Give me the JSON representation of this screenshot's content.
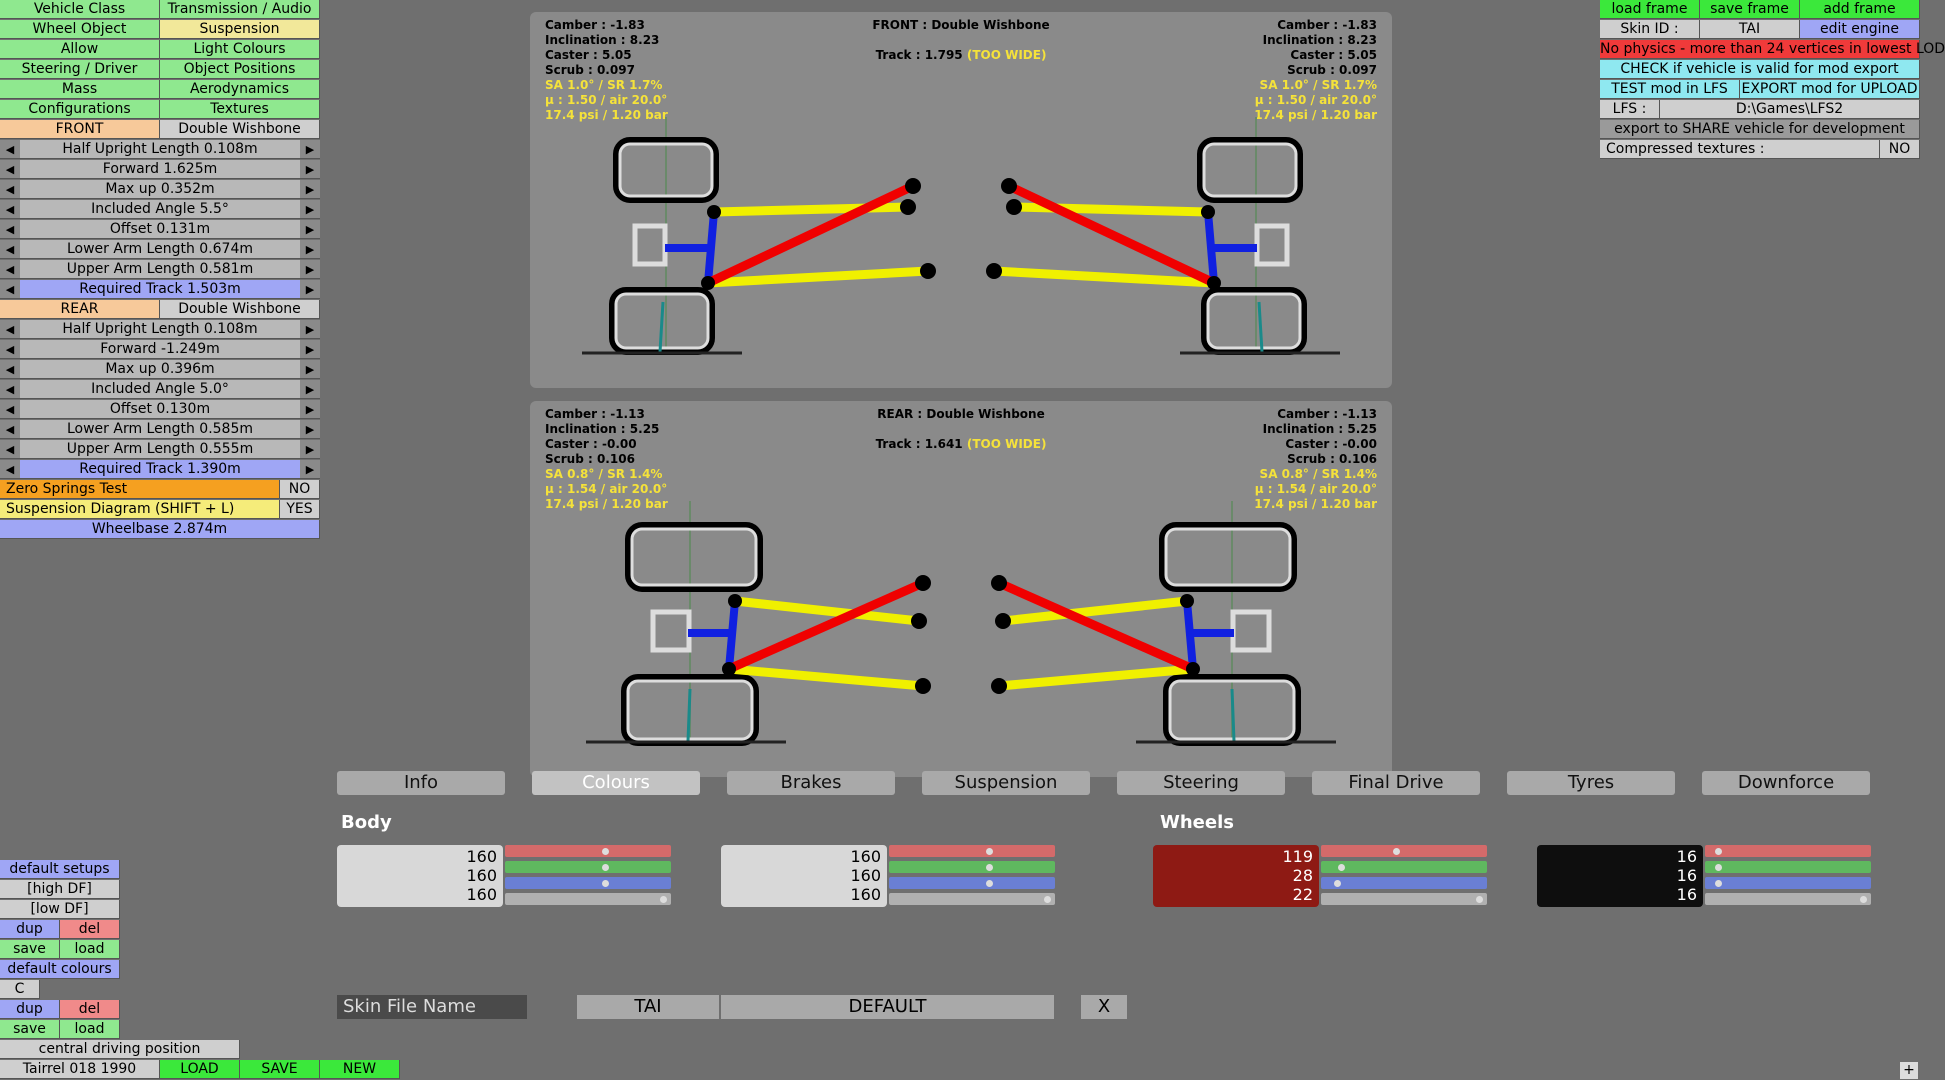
{
  "left_menu": {
    "rows": [
      [
        "Vehicle Class",
        "Transmission / Audio"
      ],
      [
        "Wheel Object",
        "Suspension"
      ],
      [
        "Allow",
        "Light Colours"
      ],
      [
        "Steering / Driver",
        "Object Positions"
      ],
      [
        "Mass",
        "Aerodynamics"
      ],
      [
        "Configurations",
        "Textures"
      ]
    ],
    "front_label": "FRONT",
    "front_type": "Double Wishbone",
    "front_params": [
      "Half Upright Length 0.108m",
      "Forward 1.625m",
      "Max up 0.352m",
      "Included Angle 5.5°",
      "Offset 0.131m",
      "Lower Arm Length 0.674m",
      "Upper Arm Length 0.581m",
      "Required Track 1.503m"
    ],
    "rear_label": "REAR",
    "rear_type": "Double Wishbone",
    "rear_params": [
      "Half Upright Length 0.108m",
      "Forward -1.249m",
      "Max up 0.396m",
      "Included Angle 5.0°",
      "Offset 0.130m",
      "Lower Arm Length 0.585m",
      "Upper Arm Length 0.555m",
      "Required Track 1.390m"
    ],
    "zero_springs_label": "Zero Springs Test",
    "zero_springs_value": "NO",
    "diagram_label": "Suspension Diagram (SHIFT + L)",
    "diagram_value": "YES",
    "wheelbase": "Wheelbase 2.874m"
  },
  "front_panel": {
    "title": "FRONT : Double Wishbone",
    "track": "Track : 1.795",
    "track_warn": "(TOO WIDE)",
    "left": {
      "camber": "Camber : -1.83",
      "inclination": "Inclination : 8.23",
      "caster": "Caster : 5.05",
      "scrub": "Scrub : 0.097",
      "sa": "SA 1.0° / SR 1.7%",
      "mu": "μ : 1.50 / air 20.0°",
      "psi": "17.4 psi / 1.20 bar"
    },
    "right": {
      "camber": "Camber : -1.83",
      "inclination": "Inclination : 8.23",
      "caster": "Caster : 5.05",
      "scrub": "Scrub : 0.097",
      "sa": "SA 1.0° / SR 1.7%",
      "mu": "μ : 1.50 / air 20.0°",
      "psi": "17.4 psi / 1.20 bar"
    }
  },
  "rear_panel": {
    "title": "REAR : Double Wishbone",
    "track": "Track : 1.641",
    "track_warn": "(TOO WIDE)",
    "left": {
      "camber": "Camber : -1.13",
      "inclination": "Inclination : 5.25",
      "caster": "Caster : -0.00",
      "scrub": "Scrub : 0.106",
      "sa": "SA 0.8° / SR 1.4%",
      "mu": "μ : 1.54 / air 20.0°",
      "psi": "17.4 psi / 1.20 bar"
    },
    "right": {
      "camber": "Camber : -1.13",
      "inclination": "Inclination : 5.25",
      "caster": "Caster : -0.00",
      "scrub": "Scrub : 0.106",
      "sa": "SA 0.8° / SR 1.4%",
      "mu": "μ : 1.54 / air 20.0°",
      "psi": "17.4 psi / 1.20 bar"
    }
  },
  "top_right": {
    "load_frame": "load frame",
    "save_frame": "save frame",
    "add_frame": "add frame",
    "skin_id_label": "Skin ID :",
    "skin_id_value": "TAI",
    "edit_engine": "edit engine",
    "warning": "No physics - more than 24 vertices in lowest LOD",
    "check_valid": "CHECK if vehicle is valid for mod export",
    "test_mod": "TEST mod in LFS",
    "export_mod": "EXPORT mod for UPLOAD",
    "lfs_label": "LFS :",
    "lfs_path": "D:\\Games\\LFS2",
    "export_share": "export to SHARE vehicle for development",
    "compressed_label": "Compressed textures :",
    "compressed_value": "NO"
  },
  "tabs": [
    "Info",
    "Colours",
    "Brakes",
    "Suspension",
    "Steering",
    "Final Drive",
    "Tyres",
    "Downforce"
  ],
  "active_tab": "Colours",
  "colours": {
    "body_label": "Body",
    "wheels_label": "Wheels",
    "swatches": [
      {
        "r": 160,
        "g": 160,
        "b": 160,
        "color": "#d8d8d8",
        "text_color": "#000000"
      },
      {
        "r": 160,
        "g": 160,
        "b": 160,
        "color": "#d8d8d8",
        "text_color": "#000000"
      },
      {
        "r": 119,
        "g": 28,
        "b": 22,
        "color": "#8e1a14",
        "text_color": "#ffffff"
      },
      {
        "r": 16,
        "g": 16,
        "b": 16,
        "color": "#0e0e0e",
        "text_color": "#ffffff"
      }
    ]
  },
  "skin": {
    "label": "Skin File Name",
    "value": "TAI",
    "default": "DEFAULT",
    "clear": "X"
  },
  "bottom_left": {
    "default_setups": "default setups",
    "high_df": "[high DF]",
    "low_df": "[low DF]",
    "dup": "dup",
    "del": "del",
    "save": "save",
    "load": "load",
    "default_colours": "default colours",
    "c": "C",
    "central": "central driving position",
    "vehicle_name": "Tairrel 018 1990",
    "load_btn": "LOAD",
    "save_btn": "SAVE",
    "new_btn": "NEW"
  },
  "corner_plus": "+"
}
